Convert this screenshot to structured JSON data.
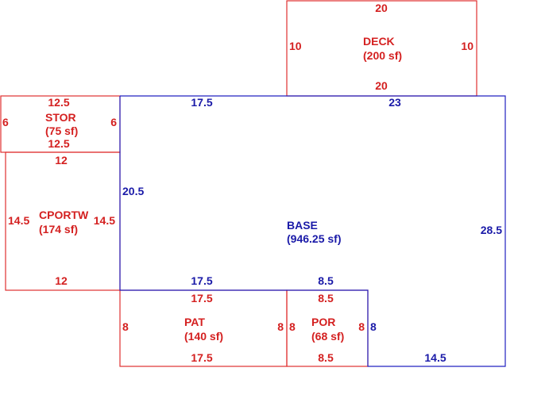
{
  "colors": {
    "red": "#d42020",
    "blue": "#1a1aa8"
  },
  "areas": {
    "deck": {
      "name": "DECK",
      "area": "(200 sf)",
      "dims": {
        "top": "20",
        "left": "10",
        "right": "10",
        "bottom": "20"
      }
    },
    "stor": {
      "name": "STOR",
      "area": "(75 sf)",
      "dims": {
        "top": "12.5",
        "left": "6",
        "right": "6",
        "bottom": "12.5"
      }
    },
    "cportw": {
      "name": "CPORTW",
      "area": "(174 sf)",
      "dims": {
        "top": "12",
        "left": "14.5",
        "right": "14.5",
        "bottom": "12"
      }
    },
    "base": {
      "name": "BASE",
      "area": "(946.25 sf)",
      "dims": {
        "top_left": "17.5",
        "top_right": "23",
        "left": "20.5",
        "right": "28.5",
        "bottom_left": "17.5",
        "bottom_mid": "8.5",
        "notch_right": "8",
        "bottom_right": "14.5"
      }
    },
    "pat": {
      "name": "PAT",
      "area": "(140 sf)",
      "dims": {
        "top": "17.5",
        "left": "8",
        "right": "8",
        "bottom": "17.5"
      }
    },
    "por": {
      "name": "POR",
      "area": "(68 sf)",
      "dims": {
        "top": "8.5",
        "left": "8",
        "right": "8",
        "bottom": "8.5"
      }
    }
  }
}
